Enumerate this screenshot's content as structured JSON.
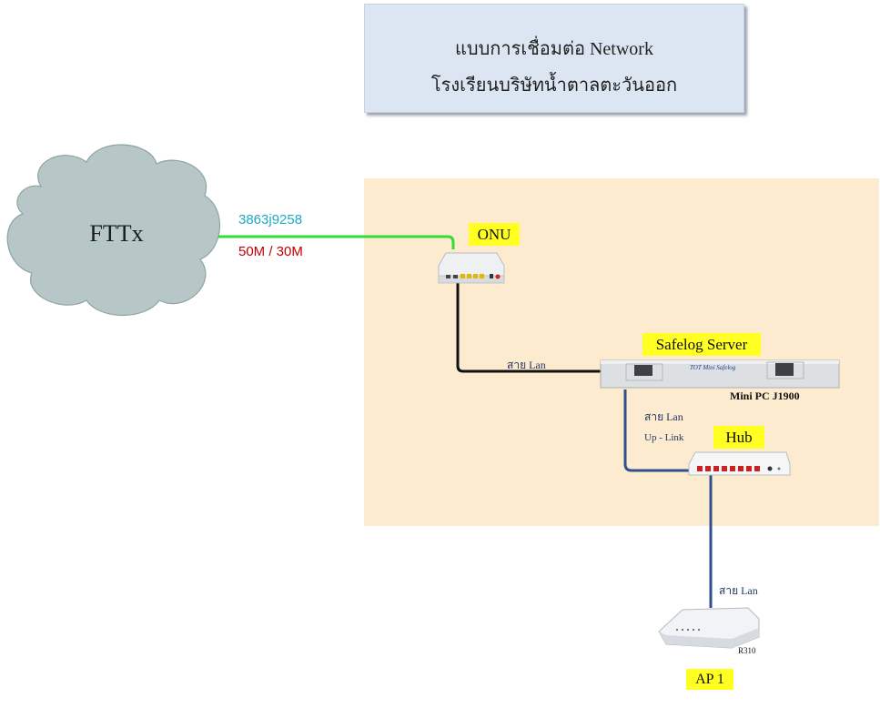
{
  "title": {
    "line1": "แบบการเชื่อมต่อ Network",
    "line2": "โรงเรียนบริษัทน้ำตาลตะวันออก"
  },
  "cloud": {
    "label": "FTTx"
  },
  "link": {
    "circuit_id": "3863j9258",
    "speed": "50M / 30M"
  },
  "onu": {
    "label": "ONU"
  },
  "server": {
    "label": "Safelog Server",
    "model": "Mini PC J1900",
    "brand": "Mini Safelog"
  },
  "cable1": {
    "label": "สาย Lan"
  },
  "cable2": {
    "label": "สาย Lan",
    "sublabel": "Up - Link"
  },
  "hub": {
    "label": "Hub"
  },
  "cable3": {
    "label": "สาย Lan"
  },
  "ap": {
    "label": "AP 1",
    "model": "R310"
  },
  "colors": {
    "fiber": "#33dd33",
    "uplink": "#2f4f8f",
    "lan": "#111111",
    "zone": "#fdebcf",
    "label_bg": "#ffff22"
  }
}
